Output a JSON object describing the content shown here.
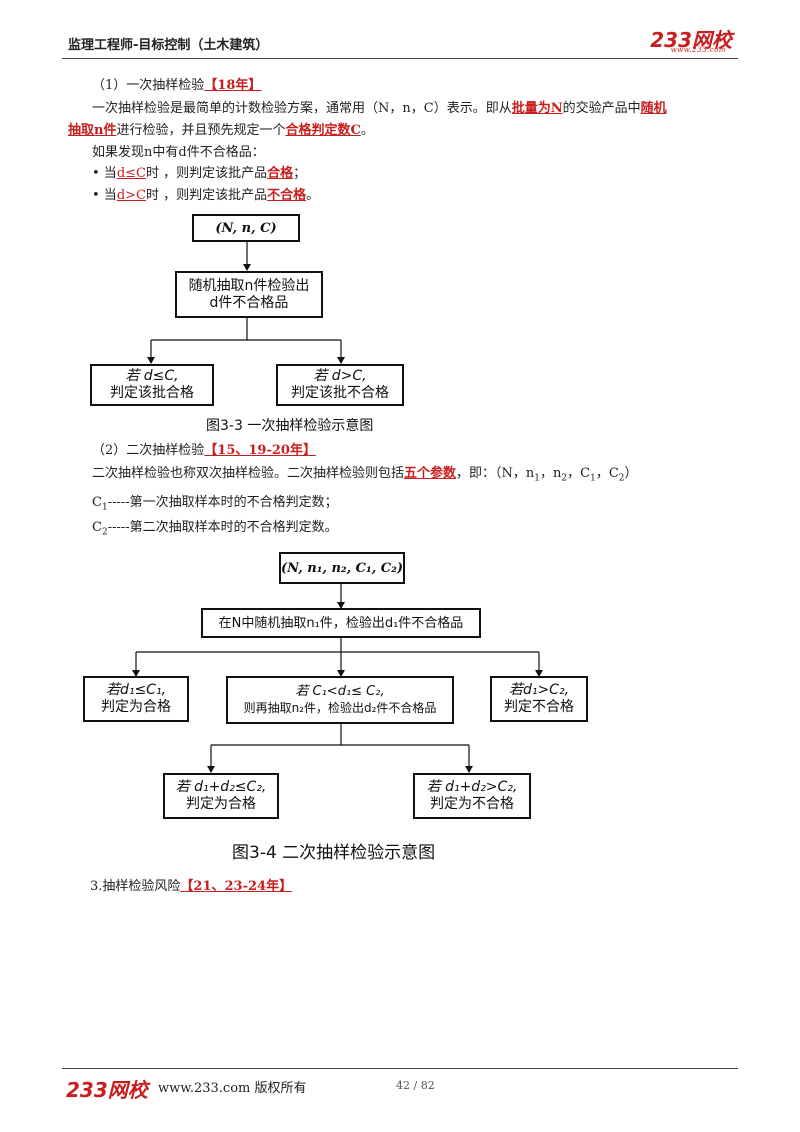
{
  "header": {
    "title": "监理工程师-目标控制（土木建筑）",
    "logo": "233网校",
    "logo_sub": "www.233.com"
  },
  "section1": {
    "heading": "（1）一次抽样检验",
    "heading_tag": "【18年】",
    "para_a": "一次抽样检验是最简单的计数检验方案，通常用（N，n，C）表示。即从",
    "para_b": "批量为N",
    "para_c": "的交验产品中",
    "para_d": "随机",
    "para2_a": "抽取n件",
    "para2_b": "进行检验，并且预先规定一个",
    "para2_c": "合格判定数C",
    "para2_d": "。",
    "found": "如果发现n中有d件不合格品：",
    "bullet1_a": "• 当",
    "bullet1_b": "d≤C",
    "bullet1_c": "时 ，则判定该批产品",
    "bullet1_d": "合格",
    "bullet1_e": "；",
    "bullet2_a": "• 当",
    "bullet2_b": "d>C",
    "bullet2_c": "时 ，则判定该批产品",
    "bullet2_d": "不合格",
    "bullet2_e": "。"
  },
  "fig3": {
    "box_top": "(N, n, C)",
    "box_mid_1": "随机抽取n件检验出",
    "box_mid_2": "d件不合格品",
    "box_left_1": "若 d≤C,",
    "box_left_2": "判定该批合格",
    "box_right_1": "若 d>C,",
    "box_right_2": "判定该批不合格",
    "caption": "图3-3  一次抽样检验示意图"
  },
  "section2": {
    "heading": "（2）二次抽样检验",
    "heading_tag": "【15、19-20年】",
    "para_a": "二次抽样检验也称双次抽样检验。二次抽样检验则包括",
    "para_b": "五个参数",
    "para_c": "，即：（N，n",
    "sub1": "1",
    "para_d": "，n",
    "sub2": "2",
    "para_e": "，C",
    "sub3": "1",
    "para_f": "，C",
    "sub4": "2",
    "para_g": "）",
    "c1_a": "C",
    "c1_sub": "1",
    "c1_b": "-----第一次抽取样本时的不合格判定数；",
    "c2_a": "C",
    "c2_sub": "2",
    "c2_b": "-----第二次抽取样本时的不合格判定数。"
  },
  "fig4": {
    "box_top": "(N, n₁, n₂, C₁, C₂)",
    "box_2": "在N中随机抽取n₁件，检验出d₁件不合格品",
    "box_l_1": "若d₁≤C₁,",
    "box_l_2": "判定为合格",
    "box_m_1": "若 C₁<d₁≤ C₂,",
    "box_m_2": "则再抽取n₂件，检验出d₂件不合格品",
    "box_r_1": "若d₁>C₂,",
    "box_r_2": "判定不合格",
    "box_bl_1": "若 d₁+d₂≤C₂,",
    "box_bl_2": "判定为合格",
    "box_br_1": "若 d₁+d₂>C₂,",
    "box_br_2": "判定为不合格",
    "caption": "图3-4  二次抽样检验示意图"
  },
  "section3": {
    "heading": "3.抽样检验风险",
    "heading_tag": "【21、23-24年】"
  },
  "footer": {
    "logo": "233网校",
    "url": "www.233.com 版权所有",
    "page": "42 / 82"
  }
}
